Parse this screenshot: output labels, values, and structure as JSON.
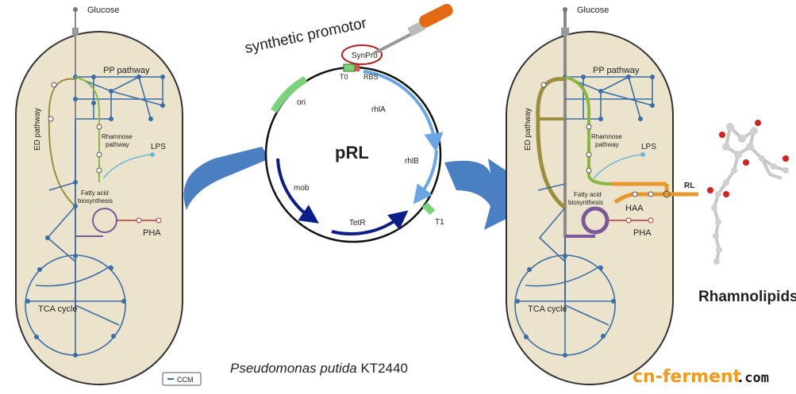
{
  "left_cell": {
    "glucose": "Glucose",
    "pp_pathway": "PP pathway",
    "ed_pathway": "ED pathway",
    "rhamnose_1": "Rhamnose",
    "rhamnose_2": "pathway",
    "lps": "LPS",
    "fatty_1": "Fatty acid",
    "fatty_2": "biosynthesis",
    "pha": "PHA",
    "tca": "TCA cycle"
  },
  "legend": {
    "ccm": "CCM"
  },
  "plasmid": {
    "name": "pRL",
    "synthetic_promotor": "synthetic promotor",
    "synpro": "SynPro",
    "t0": "T0",
    "rbs": "RBS",
    "ori": "ori",
    "rhla": "rhlA",
    "rhlb": "rhlB",
    "mob": "mob",
    "tetr": "TetR",
    "t1": "T1"
  },
  "organism": {
    "species": "Pseudomonas putida",
    "strain": " KT2440"
  },
  "right_cell": {
    "glucose": "Glucose",
    "pp_pathway": "PP pathway",
    "ed_pathway": "ED pathway",
    "rhamnose_1": "Rhamnose",
    "rhamnose_2": "pathway",
    "lps": "LPS",
    "fatty_1": "Fatty acid",
    "fatty_2": "biosynthesis",
    "haa": "HAA",
    "pha": "PHA",
    "rl": "RL",
    "tca": "TCA cycle"
  },
  "product": "Rhamnolipids",
  "watermark": {
    "part1": "cn-ferment",
    "part2": ".com"
  },
  "colors": {
    "cell_fill": "#ebe3cc",
    "cell_stroke": "#333333",
    "ccm_blue": "#3b6ea8",
    "rhamnose_green": "#8bb63f",
    "ed_olive": "#9b8f3f",
    "pha_purple": "#7a5a9a",
    "pha_red": "#b03a3a",
    "orange": "#e8962e",
    "big_arrow": "#4a7fc1"
  }
}
